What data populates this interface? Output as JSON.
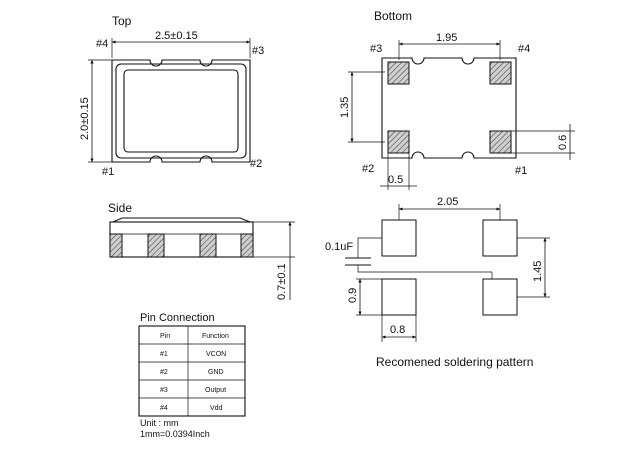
{
  "views": {
    "top": {
      "title": "Top",
      "width_dim": "2.5±0.15",
      "height_dim": "2.0±0.15",
      "pin1": "#1",
      "pin2": "#2",
      "pin3": "#3",
      "pin4": "#4"
    },
    "bottom": {
      "title": "Bottom",
      "pitch_x": "1.95",
      "pitch_y": "1.35",
      "pad_width": "0.5",
      "pad_height": "0.6",
      "pin1": "#1",
      "pin2": "#2",
      "pin3": "#3",
      "pin4": "#4"
    },
    "side": {
      "title": "Side",
      "height_dim": "0.7±0.1"
    },
    "soldering": {
      "pitch_x": "2.05",
      "pitch_y": "1.45",
      "pad_h": "0.9",
      "pad_w": "0.8",
      "capacitor": "0.1uF",
      "caption": "Recomened soldering pattern"
    }
  },
  "pin_table": {
    "title": "Pin Connection",
    "headers": [
      "Pin",
      "Function"
    ],
    "rows": [
      [
        "#1",
        "VCON"
      ],
      [
        "#2",
        "GND"
      ],
      [
        "#3",
        "Output"
      ],
      [
        "#4",
        "Vdd"
      ]
    ]
  },
  "units": {
    "unit": "Unit : mm",
    "conversion": "1mm=0.0394Inch"
  }
}
